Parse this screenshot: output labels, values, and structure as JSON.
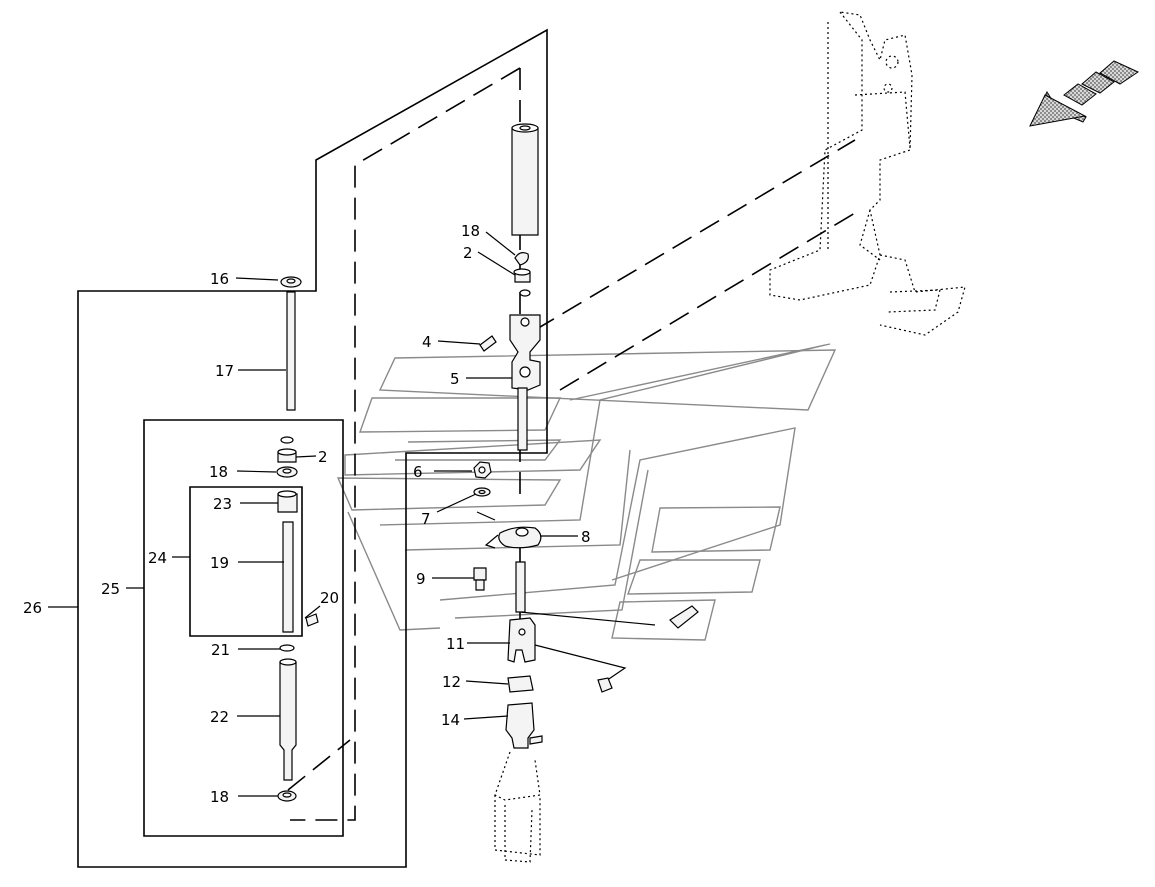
{
  "labels": {
    "p16": "16",
    "p17": "17",
    "p18a": "18",
    "p2a": "2",
    "p4": "4",
    "p5": "5",
    "p2b": "2",
    "p18b": "18",
    "p6": "6",
    "p7": "7",
    "p8": "8",
    "p23": "23",
    "p24": "24",
    "p19": "19",
    "p25": "25",
    "p26": "26",
    "p20": "20",
    "p9": "9",
    "p21": "21",
    "p11": "11",
    "p12": "12",
    "p14": "14",
    "p22": "22",
    "p18c": "18"
  },
  "colors": {
    "line": "#000000",
    "panel_outline": "#8a8a8a",
    "arrow_fill": "#b0b0b0"
  },
  "icons": {
    "direction": "direction-arrow-icon"
  }
}
